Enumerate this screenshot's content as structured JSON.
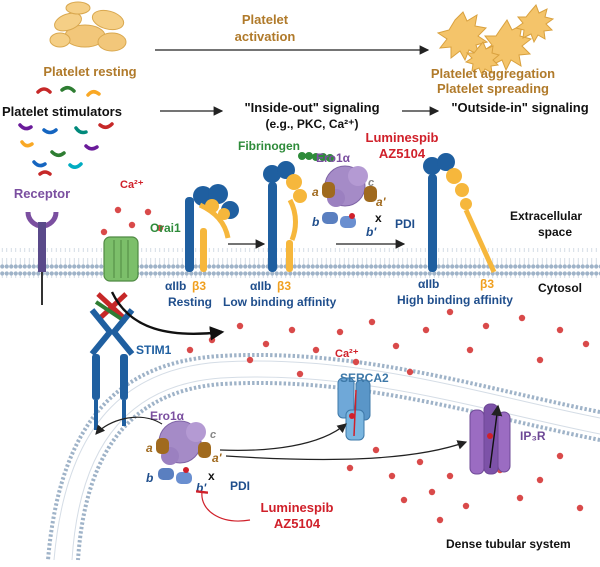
{
  "stages": {
    "resting": "Platelet resting",
    "activation_line1": "Platelet",
    "activation_line2": "activation",
    "aggregation": "Platelet aggregation",
    "spreading": "Platelet spreading"
  },
  "signaling": {
    "stimulators": "Platelet stimulators",
    "inside_out": "\"Inside-out\" signaling",
    "inside_out_examples": "(e.g., PKC, Ca²⁺)",
    "outside_in": "\"Outside-in\" signaling"
  },
  "labels": {
    "receptor": "Receptor",
    "ca2": "Ca²⁺",
    "orai1": "Orai1",
    "fibrinogen": "Fibrinogen",
    "ero1a": "Ero1α",
    "pdi": "PDI",
    "stim1": "STIM1",
    "serca2": "SERCA2",
    "ip3r": "IP₃R",
    "extracellular_line1": "Extracellular",
    "extracellular_line2": "space",
    "cytosol": "Cytosol",
    "dts": "Dense tubular system",
    "aIIb": "αIIb",
    "b3": "β3",
    "resting_state": "Resting",
    "low_affinity": "Low binding affinity",
    "high_affinity": "High binding affinity"
  },
  "domains": {
    "a": "a",
    "b": "b",
    "b_prime": "b'",
    "a_prime": "a'",
    "c": "c",
    "x": "x"
  },
  "inhibitors": {
    "drug1": "Luminespib",
    "drug2": "AZ5104"
  },
  "colors": {
    "stage_text": "#b07a2a",
    "inhibitor_red": "#d0202a",
    "purple_label": "#7b4fa0",
    "green_label": "#2e8b3a",
    "navy_label": "#1f4e8c",
    "membrane_blue": "#6f8fb5"
  }
}
